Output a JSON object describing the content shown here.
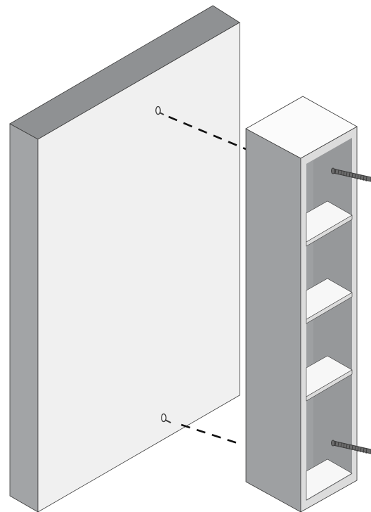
{
  "diagram": {
    "kind": "assembly-illustration",
    "parts": [
      "wall-panel",
      "shelf-unit",
      "wall-plug",
      "mounting-screw"
    ],
    "counts": {
      "wall_plugs": 2,
      "mounting_screws": 2,
      "shelves": 3
    }
  },
  "colors": {
    "background": "#ffffff",
    "panel_front": "#f0f0f0",
    "panel_top": "#8f9193",
    "panel_side": "#a2a4a6",
    "unit_side": "#9ea0a2",
    "unit_top": "#fbfbfb",
    "unit_interior": "#96989a",
    "shelf_top": "#f7f7f7",
    "shelf_edge": "#dcdcdc",
    "outline": "#3a3a3a",
    "screw": "#6b6b6b",
    "dash": "#111111"
  }
}
